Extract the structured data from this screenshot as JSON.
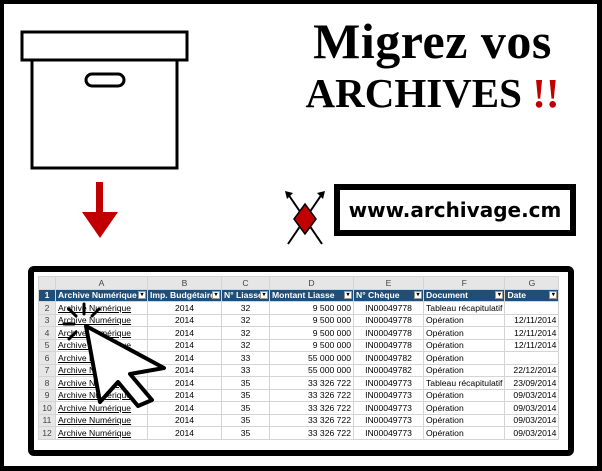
{
  "title": {
    "line1": "Migrez vos",
    "line2": "ARCHIVES",
    "bangs": "!!"
  },
  "website": "www.archivage.cm",
  "colors": {
    "accent_red": "#c00000",
    "header_blue": "#1f4e79"
  },
  "icons": [
    "archive-box-icon",
    "arrow-down-icon",
    "diamond-arrows-icon",
    "mouse-cursor-icon"
  ],
  "sheet": {
    "col_letters": [
      "A",
      "B",
      "C",
      "D",
      "E",
      "F",
      "G"
    ],
    "row_numbers": [
      "1",
      "2",
      "3",
      "4",
      "5",
      "6",
      "7",
      "8",
      "9",
      "10",
      "11",
      "12"
    ],
    "headers": [
      "Archive Numérique",
      "Imp. Budgétaire",
      "N° Liasse",
      "Montant Liasse",
      "N° Chèque",
      "Document",
      "Date"
    ],
    "rows": [
      [
        "Archive Numérique",
        "2014",
        "32",
        "9 500 000",
        "IN00049778",
        "Tableau récapitulatif",
        ""
      ],
      [
        "Archive Numérique",
        "2014",
        "32",
        "9 500 000",
        "IN00049778",
        "Opération",
        "12/11/2014"
      ],
      [
        "Archive Numérique",
        "2014",
        "32",
        "9 500 000",
        "IN00049778",
        "Opération",
        "12/11/2014"
      ],
      [
        "Archive Numérique",
        "2014",
        "32",
        "9 500 000",
        "IN00049778",
        "Opération",
        "12/11/2014"
      ],
      [
        "Archive Numérique",
        "2014",
        "33",
        "55 000 000",
        "IN00049782",
        "Opération",
        ""
      ],
      [
        "Archive Numérique",
        "2014",
        "33",
        "55 000 000",
        "IN00049782",
        "Opération",
        "22/12/2014"
      ],
      [
        "Archive Numérique",
        "2014",
        "35",
        "33 326 722",
        "IN00049773",
        "Tableau récapitulatif",
        "23/09/2014"
      ],
      [
        "Archive Numérique",
        "2014",
        "35",
        "33 326 722",
        "IN00049773",
        "Opération",
        "09/03/2014"
      ],
      [
        "Archive Numérique",
        "2014",
        "35",
        "33 326 722",
        "IN00049773",
        "Opération",
        "09/03/2014"
      ],
      [
        "Archive Numérique",
        "2014",
        "35",
        "33 326 722",
        "IN00049773",
        "Opération",
        "09/03/2014"
      ],
      [
        "Archive Numérique",
        "2014",
        "35",
        "33 326 722",
        "IN00049773",
        "Opération",
        "09/03/2014"
      ]
    ]
  }
}
